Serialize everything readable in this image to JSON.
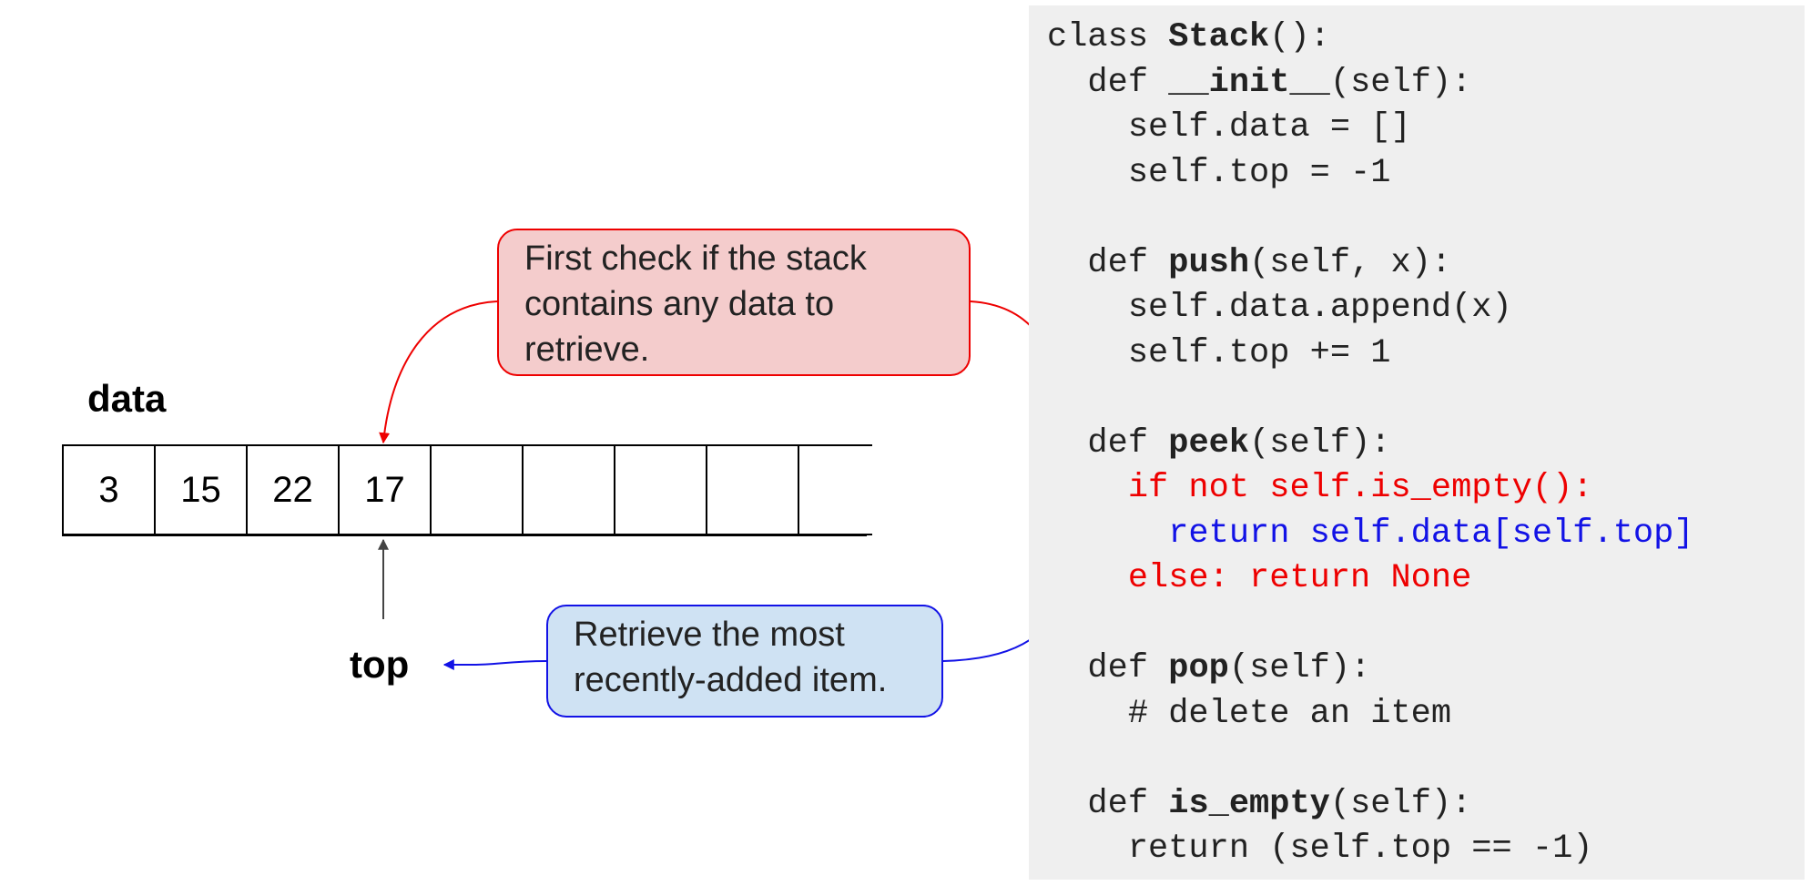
{
  "code": {
    "lines": [
      {
        "segs": [
          {
            "t": "class "
          },
          {
            "t": "Stack",
            "b": true
          },
          {
            "t": "():"
          }
        ]
      },
      {
        "segs": [
          {
            "t": "  def "
          },
          {
            "t": "__init__",
            "b": true
          },
          {
            "t": "(self):"
          }
        ]
      },
      {
        "segs": [
          {
            "t": "    self.data = []"
          }
        ]
      },
      {
        "segs": [
          {
            "t": "    self.top = -1"
          }
        ]
      },
      {
        "segs": [
          {
            "t": ""
          }
        ]
      },
      {
        "segs": [
          {
            "t": "  def "
          },
          {
            "t": "push",
            "b": true
          },
          {
            "t": "(self, x):"
          }
        ]
      },
      {
        "segs": [
          {
            "t": "    self.data.append(x)"
          }
        ]
      },
      {
        "segs": [
          {
            "t": "    self.top += 1"
          }
        ]
      },
      {
        "segs": [
          {
            "t": ""
          }
        ]
      },
      {
        "segs": [
          {
            "t": "  def "
          },
          {
            "t": "peek",
            "b": true
          },
          {
            "t": "(self):"
          }
        ]
      },
      {
        "segs": [
          {
            "t": "    if not self.is_empty():"
          }
        ],
        "color": "red"
      },
      {
        "segs": [
          {
            "t": "      return self.data[self.top]"
          }
        ],
        "color": "blue"
      },
      {
        "segs": [
          {
            "t": "    else: return None"
          }
        ],
        "color": "red"
      },
      {
        "segs": [
          {
            "t": ""
          }
        ]
      },
      {
        "segs": [
          {
            "t": "  def "
          },
          {
            "t": "pop",
            "b": true
          },
          {
            "t": "(self):"
          }
        ]
      },
      {
        "segs": [
          {
            "t": "    # delete an item"
          }
        ]
      },
      {
        "segs": [
          {
            "t": ""
          }
        ]
      },
      {
        "segs": [
          {
            "t": "  def "
          },
          {
            "t": "is_empty",
            "b": true
          },
          {
            "t": "(self):"
          }
        ]
      },
      {
        "segs": [
          {
            "t": "    return (self.top == -1)"
          }
        ]
      }
    ]
  },
  "array": {
    "label": "data",
    "cells": [
      "3",
      "15",
      "22",
      "17",
      "",
      "",
      "",
      "",
      ""
    ],
    "pointer_label": "top"
  },
  "callouts": {
    "check": "First check if the stack contains any data to retrieve.",
    "retrieve": "Retrieve the most recently-added item."
  },
  "colors": {
    "red": "#ee0000",
    "blue": "#1212e6",
    "pointer": "#444444",
    "code_bg": "#efefef",
    "check_fill": "#f4cccc",
    "retrieve_fill": "#cfe2f3"
  }
}
